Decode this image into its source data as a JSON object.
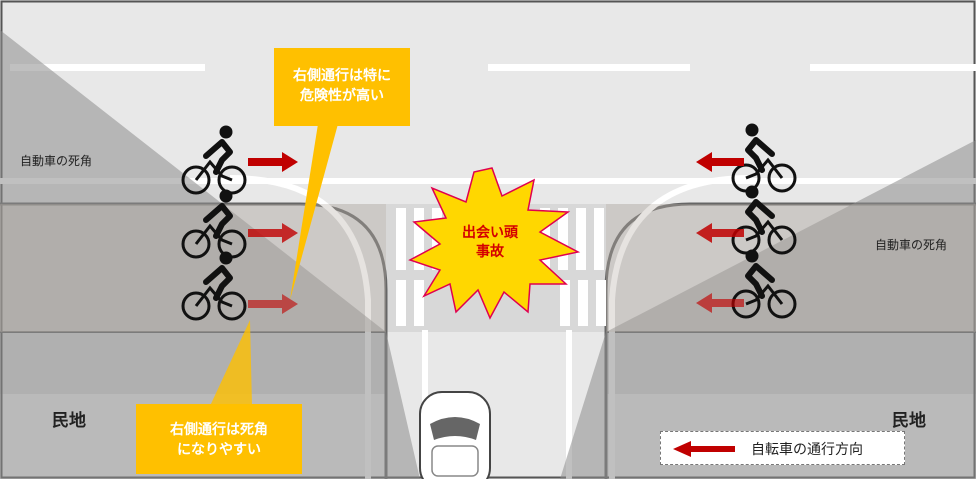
{
  "labels": {
    "blind_spot_left": "自動車の死角",
    "blind_spot_right": "自動車の死角",
    "private_land_left": "民地",
    "private_land_right": "民地"
  },
  "callouts": {
    "danger_line1": "右側通行は特に",
    "danger_line2": "危険性が高い",
    "blindspot_line1": "右側通行は死角",
    "blindspot_line2": "になりやすい"
  },
  "collision": {
    "line1": "出会い頭",
    "line2": "事故"
  },
  "legend": {
    "text": "自転車の通行方向"
  },
  "colors": {
    "road": "#e8e8e8",
    "sidewalk_tint": "#b7aea6",
    "arrow": "#c00000",
    "callout": "#ffc000",
    "burst_fill": "#ffd700",
    "burst_stroke": "#e0004f",
    "collision_text": "#d40000"
  },
  "icons": [
    "bicycle-icon",
    "car-icon",
    "direction-arrow-icon"
  ]
}
